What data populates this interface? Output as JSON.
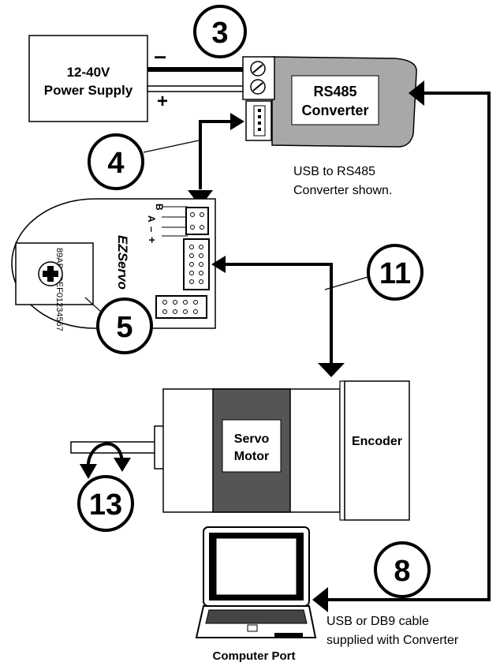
{
  "power_supply": {
    "line1": "12-40V",
    "line2": "Power Supply",
    "minus": "–",
    "plus": "+"
  },
  "converter": {
    "line1": "RS485",
    "line2": "Converter"
  },
  "converter_note": {
    "line1": "USB to RS485",
    "line2": "Converter shown."
  },
  "board": {
    "name": "EZServo",
    "pins": {
      "b": "B",
      "a": "A",
      "minus": "–",
      "plus": "+"
    },
    "dial_chars": "89ABCDEF01234567"
  },
  "motor": {
    "line1": "Servo",
    "line2": "Motor",
    "encoder": "Encoder"
  },
  "callouts": {
    "c3": "3",
    "c4": "4",
    "c5": "5",
    "c8": "8",
    "c11": "11",
    "c13": "13"
  },
  "cable_note": {
    "line1": "USB or DB9 cable",
    "line2": "supplied with Converter"
  },
  "computer": {
    "label": "Computer Port"
  },
  "colors": {
    "ink": "#000000",
    "converter_fill": "#a8a8a8",
    "motor_band": "#555555"
  }
}
